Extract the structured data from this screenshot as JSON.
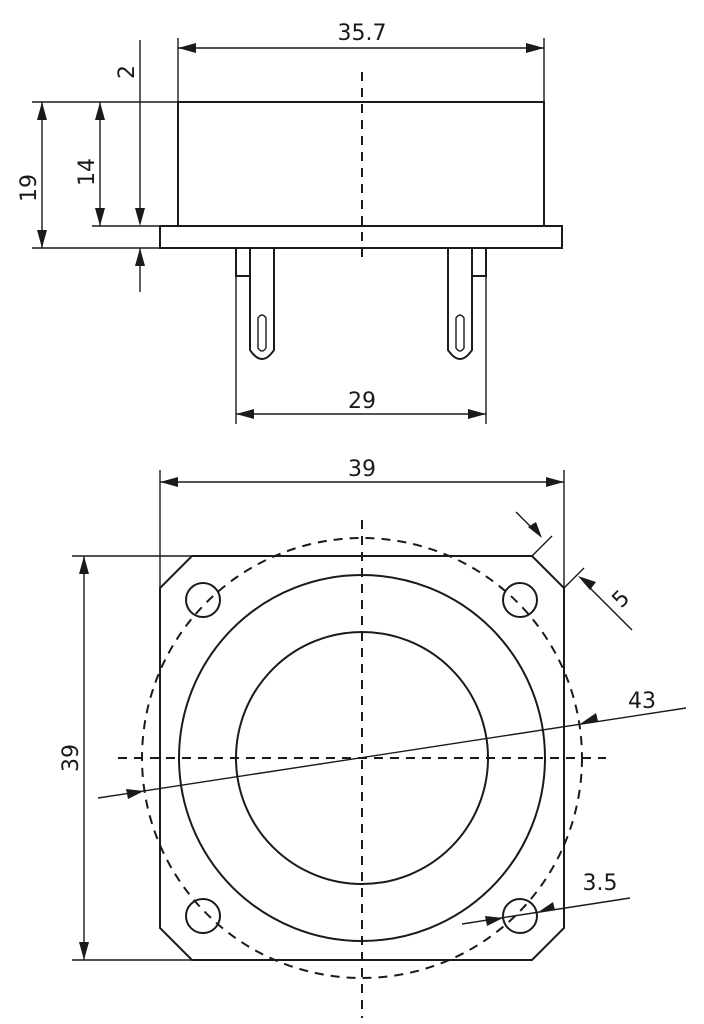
{
  "side_view": {
    "dimensions": {
      "width_top": "35.7",
      "flange_thickness": "2",
      "total_height": "19",
      "body_height": "14",
      "pin_spacing": "29"
    }
  },
  "top_view": {
    "dimensions": {
      "width": "39",
      "height": "39",
      "corner_chamfer": "5",
      "outer_circle_diameter": "43",
      "hole_diameter": "3.5"
    }
  }
}
